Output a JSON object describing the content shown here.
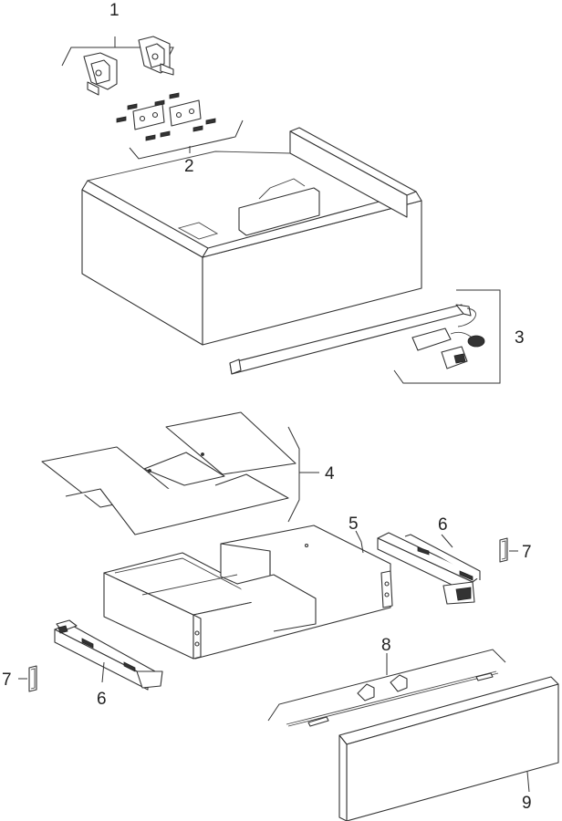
{
  "callouts": [
    {
      "id": "1",
      "label": "1"
    },
    {
      "id": "2",
      "label": "2"
    },
    {
      "id": "3",
      "label": "3"
    },
    {
      "id": "4",
      "label": "4"
    },
    {
      "id": "5",
      "label": "5"
    },
    {
      "id": "6a",
      "label": "6"
    },
    {
      "id": "6b",
      "label": "6"
    },
    {
      "id": "7a",
      "label": "7"
    },
    {
      "id": "7b",
      "label": "7"
    },
    {
      "id": "8",
      "label": "8"
    },
    {
      "id": "9",
      "label": "9"
    }
  ],
  "colors": {
    "line": "#333333",
    "background": "#ffffff"
  }
}
